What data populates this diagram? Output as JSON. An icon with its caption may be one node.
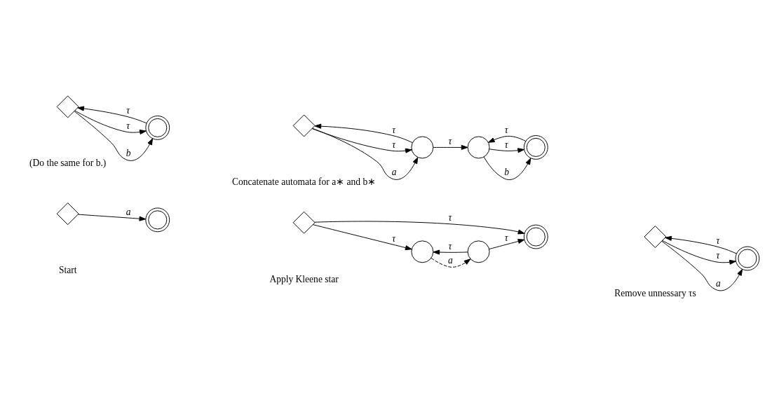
{
  "diagram": {
    "nodes": [
      {
        "text": [],
        "shape": "diamond"
      },
      {
        "text": [],
        "shape": "doublecircle"
      },
      {
        "text": [],
        "shape": "diamond"
      },
      {
        "text": [],
        "shape": "circle"
      },
      {
        "text": [],
        "shape": "circle"
      },
      {
        "text": [],
        "shape": "doublecircle"
      },
      {
        "text": [],
        "shape": "diamond"
      },
      {
        "text": [],
        "shape": "doublecircle"
      },
      {
        "text": [],
        "shape": "diamond"
      },
      {
        "text": [],
        "shape": "doublecircle"
      },
      {
        "text": [],
        "shape": "diamond"
      },
      {
        "text": [],
        "shape": "circle"
      },
      {
        "text": [],
        "shape": "circle"
      },
      {
        "text": [],
        "shape": "doublecircle"
      }
    ],
    "edges": [
      {
        "from": 0,
        "to": 1,
        "arrow": "to",
        "label": "a"
      },
      {
        "from": 2,
        "to": 3,
        "arrow": "to",
        "label": "τ"
      },
      {
        "from": 4,
        "to": 3,
        "arrow": "to",
        "label": "τ"
      },
      {
        "from": 3,
        "to": 4,
        "arrow": "to",
        "label": "a",
        "style": "dashed"
      },
      {
        "from": 4,
        "to": 5,
        "arrow": "to",
        "label": "τ"
      },
      {
        "from": 2,
        "to": 5,
        "arrow": "to",
        "label": "τ"
      },
      {
        "from": 7,
        "to": 6,
        "arrow": "to",
        "label": "τ"
      },
      {
        "from": 6,
        "to": 7,
        "arrow": "to",
        "label": "a"
      },
      {
        "from": 6,
        "to": 7,
        "arrow": "to",
        "label": "τ"
      },
      {
        "from": 9,
        "to": 8,
        "arrow": "to",
        "label": "τ"
      },
      {
        "from": 8,
        "to": 9,
        "arrow": "to",
        "label": "b"
      },
      {
        "from": 8,
        "to": 9,
        "arrow": "to",
        "label": "τ"
      },
      {
        "from": 11,
        "to": 10,
        "arrow": "to",
        "label": "τ"
      },
      {
        "from": 10,
        "to": 11,
        "arrow": "to",
        "label": "a"
      },
      {
        "from": 10,
        "to": 11,
        "arrow": "to",
        "label": "τ"
      },
      {
        "from": 11,
        "to": 12,
        "arrow": "to",
        "label": "τ"
      },
      {
        "from": 13,
        "to": 12,
        "arrow": "to",
        "label": "τ"
      },
      {
        "from": 12,
        "to": 13,
        "arrow": "to",
        "label": "b"
      },
      {
        "from": 12,
        "to": 13,
        "arrow": "to",
        "label": "τ"
      }
    ],
    "labels": [
      "Start",
      "Apply Kleene star",
      "Remove unnessary τs",
      "(Do the same for b.)",
      "Concatenate automata for a∗ and b∗"
    ]
  }
}
